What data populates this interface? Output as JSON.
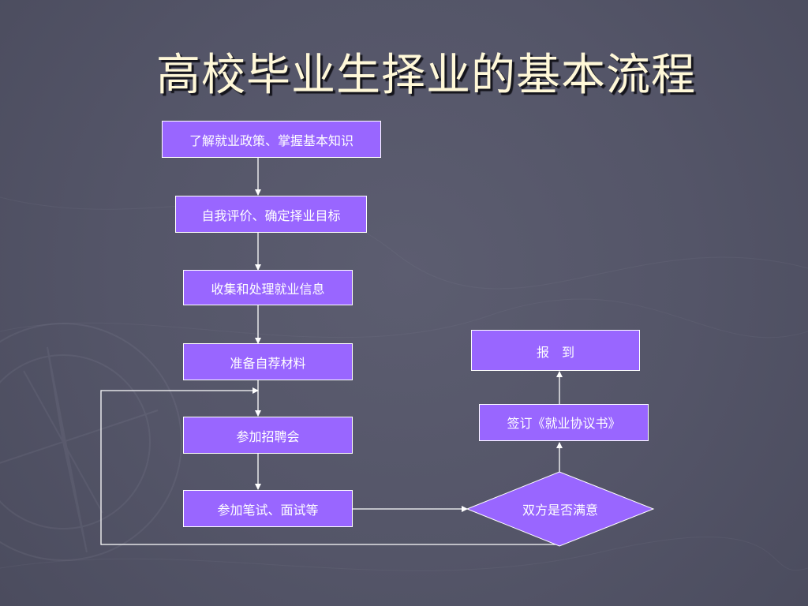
{
  "title": "高校毕业生择业的基本流程",
  "steps": {
    "step1": "了解就业政策、掌握基本知识",
    "step2": "自我评价、确定择业目标",
    "step3": "收集和处理就业信息",
    "step4": "准备自荐材料",
    "step5": "参加招聘会",
    "step6": "参加笔试、面试等",
    "decision": "双方是否满意",
    "sign": "签订《就业协议书》",
    "report": "报　到"
  },
  "colors": {
    "background": "#54556a",
    "box_fill": "#9966ff",
    "line": "#ffffff",
    "title": "#fff8d8"
  }
}
